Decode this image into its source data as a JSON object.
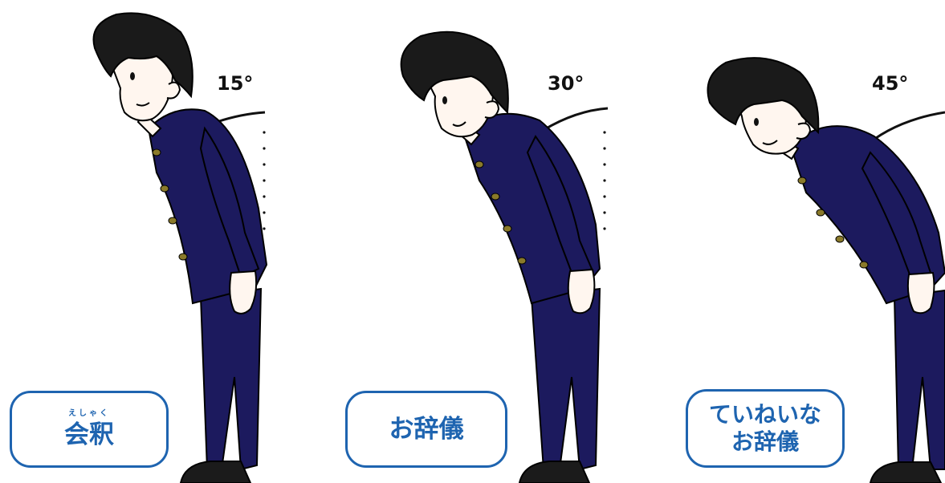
{
  "bows": [
    {
      "angle": "15°",
      "ruby": "えしゃく",
      "label_lines": [
        "会釈"
      ]
    },
    {
      "angle": "30°",
      "ruby": "",
      "label_lines": [
        "お辞儀"
      ]
    },
    {
      "angle": "45°",
      "ruby": "",
      "label_lines": [
        "ていねいな",
        "お辞儀"
      ]
    }
  ],
  "colors": {
    "uniform": "#1c1a5e",
    "label": "#1e64b0",
    "hair": "#1a1a1a",
    "skin": "#fff6ef"
  }
}
